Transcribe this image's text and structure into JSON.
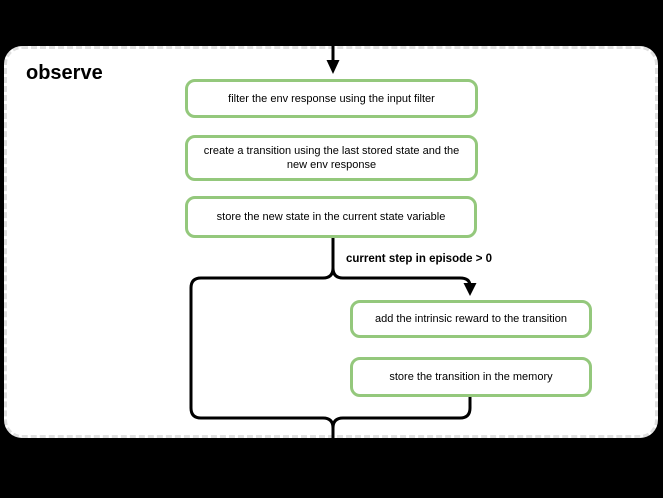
{
  "diagram": {
    "background_color": "#000000",
    "panel": {
      "title": "observe",
      "fill": "#ffffff",
      "border_color": "#e0e0e0"
    },
    "node_style": {
      "border_color": "#94c87c",
      "fill": "#ffffff",
      "text_color": "#000000"
    },
    "connector_color": "#000000",
    "main_flow": [
      {
        "label": "filter the env response using the input filter"
      },
      {
        "label": "create a transition using the last stored state and the\nnew env response"
      },
      {
        "label": "store the new state in the current state variable"
      }
    ],
    "branch": {
      "condition_label": "current step in episode > 0",
      "steps": [
        {
          "label": "add the intrinsic reward to the transition"
        },
        {
          "label": "store the transition in the memory"
        }
      ]
    }
  }
}
